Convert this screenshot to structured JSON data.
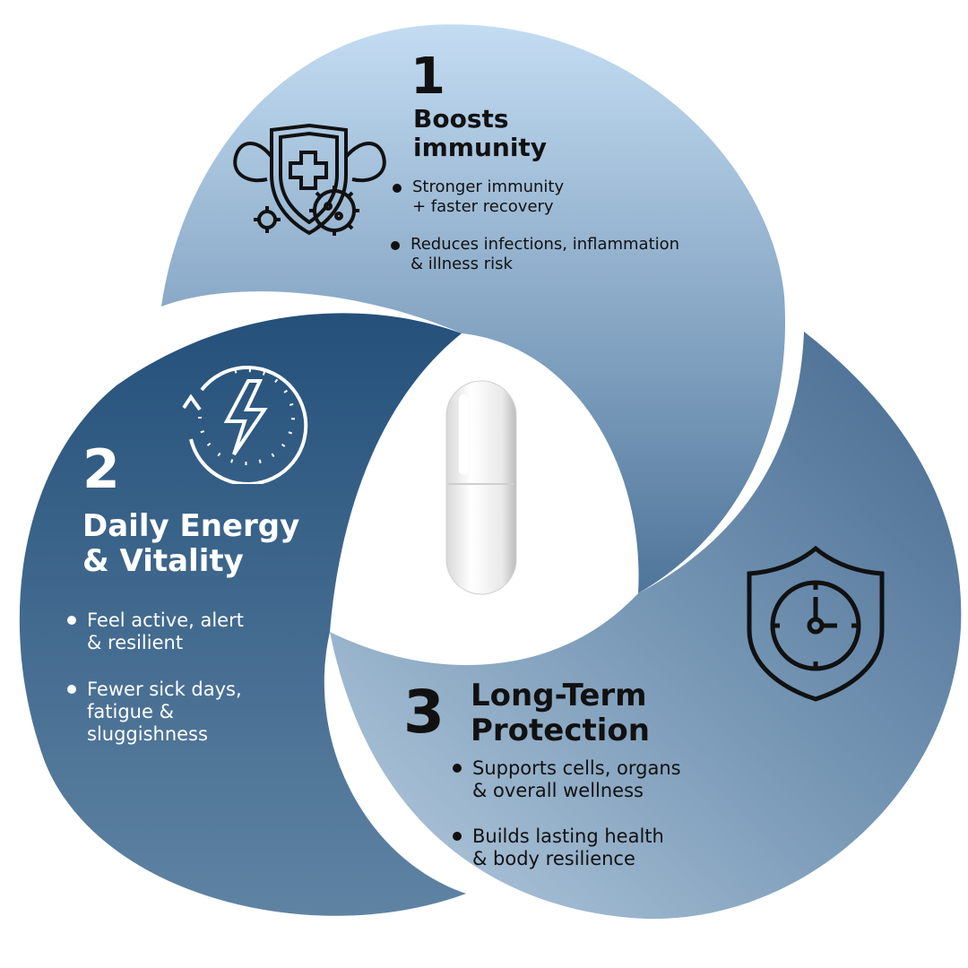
{
  "sections": [
    {
      "number": "1",
      "title_line1": "Boosts",
      "title_line2": "immunity",
      "bullets": [
        {
          "line1": "Stronger immunity",
          "line2": "+ faster recovery"
        },
        {
          "line1": "Reduces infections, inflammation",
          "line2": "& illness risk"
        }
      ],
      "icon": "shield-muscle-virus-icon"
    },
    {
      "number": "2",
      "title_line1": "Daily Energy",
      "title_line2": "& Vitality",
      "bullets": [
        {
          "line1": "Feel active, alert",
          "line2": "& resilient"
        },
        {
          "line1": "Fewer sick days,",
          "line2": "fatigue &",
          "line3": "sluggishness"
        }
      ],
      "icon": "lightning-cycle-icon"
    },
    {
      "number": "3",
      "title_line1": "Long-Term",
      "title_line2": "Protection",
      "bullets": [
        {
          "line1": "Supports cells, organs",
          "line2": "& overall wellness"
        },
        {
          "line1": "Builds lasting health",
          "line2": "& body resilience"
        }
      ],
      "icon": "shield-clock-icon"
    }
  ],
  "colors": {
    "section1": "#b9d4ec",
    "section2": "#2a5479",
    "section3": "#5a80a4"
  }
}
